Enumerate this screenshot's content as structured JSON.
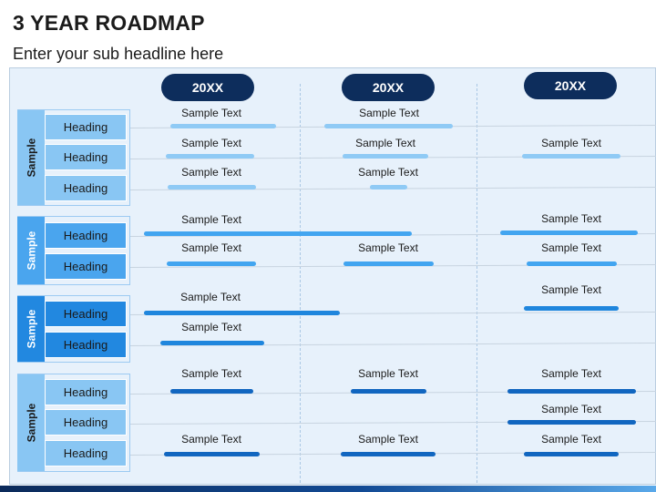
{
  "title": "3 YEAR ROADMAP",
  "subtitle": "Enter your sub headline here",
  "columns": [
    "20XX",
    "20XX",
    "20XX"
  ],
  "colors": {
    "pill": "#0d2d5c",
    "group1": "#89c6f3",
    "group2": "#4aa5ee",
    "group3": "#2288e0",
    "group4": "#89c6f3",
    "bar_light": "#8fcaf5",
    "bar_medium": "#42a5f0",
    "bar_strong": "#1f86dd",
    "bar_dark": "#1166c0"
  },
  "groups": [
    {
      "label": "Sample",
      "headings": [
        "Heading",
        "Heading",
        "Heading"
      ],
      "rows": [
        [
          {
            "text": "Sample Text"
          },
          {
            "text": "Sample Text"
          },
          null
        ],
        [
          {
            "text": "Sample Text"
          },
          {
            "text": "Sample Text"
          },
          {
            "text": "Sample Text"
          }
        ],
        [
          {
            "text": "Sample Text"
          },
          {
            "text": "Sample Text"
          },
          null
        ]
      ]
    },
    {
      "label": "Sample",
      "headings": [
        "Heading",
        "Heading"
      ],
      "rows": [
        [
          {
            "text": "Sample Text"
          },
          null,
          {
            "text": "Sample Text"
          }
        ],
        [
          {
            "text": "Sample Text"
          },
          {
            "text": "Sample Text"
          },
          {
            "text": "Sample Text"
          }
        ]
      ]
    },
    {
      "label": "Sample",
      "headings": [
        "Heading",
        "Heading"
      ],
      "rows": [
        [
          {
            "text": "Sample Text"
          },
          null,
          {
            "text": "Sample Text"
          }
        ],
        [
          {
            "text": "Sample Text"
          },
          null,
          null
        ]
      ]
    },
    {
      "label": "Sample",
      "headings": [
        "Heading",
        "Heading",
        "Heading"
      ],
      "rows": [
        [
          {
            "text": "Sample Text"
          },
          {
            "text": "Sample Text"
          },
          {
            "text": "Sample Text"
          }
        ],
        [
          null,
          null,
          {
            "text": "Sample Text"
          }
        ],
        [
          {
            "text": "Sample Text"
          },
          {
            "text": "Sample Text"
          },
          {
            "text": "Sample Text"
          }
        ]
      ]
    }
  ]
}
